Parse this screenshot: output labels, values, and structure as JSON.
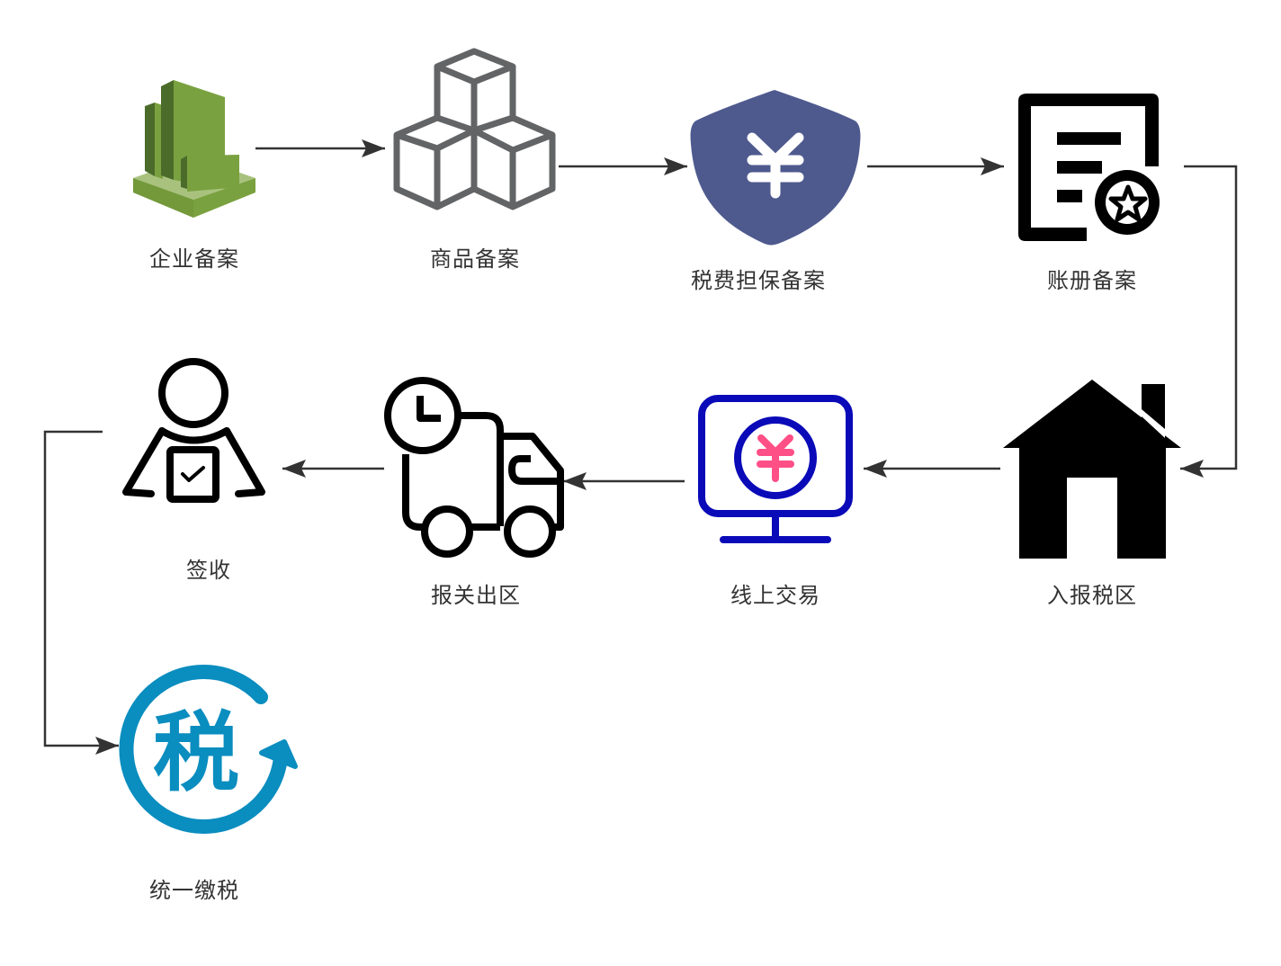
{
  "diagram": {
    "type": "flowchart",
    "nodes": [
      {
        "id": "enterprise",
        "label": "企业备案",
        "icon": "office-building-icon"
      },
      {
        "id": "goods",
        "label": "商品备案",
        "icon": "stacked-boxes-icon"
      },
      {
        "id": "tax-guarantee",
        "label": "税费担保备案",
        "icon": "yuan-shield-icon"
      },
      {
        "id": "ledger",
        "label": "账册备案",
        "icon": "document-star-icon"
      },
      {
        "id": "bonded-entry",
        "label": "入报税区",
        "icon": "house-icon"
      },
      {
        "id": "online-trade",
        "label": "线上交易",
        "icon": "yuan-monitor-icon"
      },
      {
        "id": "customs-exit",
        "label": "报关出区",
        "icon": "delivery-truck-clock-icon"
      },
      {
        "id": "receipt",
        "label": "签收",
        "icon": "person-checklist-icon"
      },
      {
        "id": "unified-tax",
        "label": "统一缴税",
        "icon": "tax-cycle-icon"
      }
    ],
    "edges": [
      {
        "from": "enterprise",
        "to": "goods"
      },
      {
        "from": "goods",
        "to": "tax-guarantee"
      },
      {
        "from": "tax-guarantee",
        "to": "ledger"
      },
      {
        "from": "ledger",
        "to": "bonded-entry"
      },
      {
        "from": "bonded-entry",
        "to": "online-trade"
      },
      {
        "from": "online-trade",
        "to": "customs-exit"
      },
      {
        "from": "customs-exit",
        "to": "receipt"
      },
      {
        "from": "receipt",
        "to": "unified-tax"
      }
    ],
    "tax_glyph": "税",
    "yuan_glyph": "¥"
  },
  "colors": {
    "edge": "#333333",
    "label": "#333333",
    "green_light": "#7aa13f",
    "green_dark": "#4b6b2a",
    "green_pale": "#a8c27e",
    "boxes_gray": "#636466",
    "shield_blue": "#4e5a8e",
    "monitor_blue": "#0a0ab8",
    "yuan_pink": "#ff4f87",
    "tax_blue": "#0a8dbf",
    "black": "#000000"
  }
}
